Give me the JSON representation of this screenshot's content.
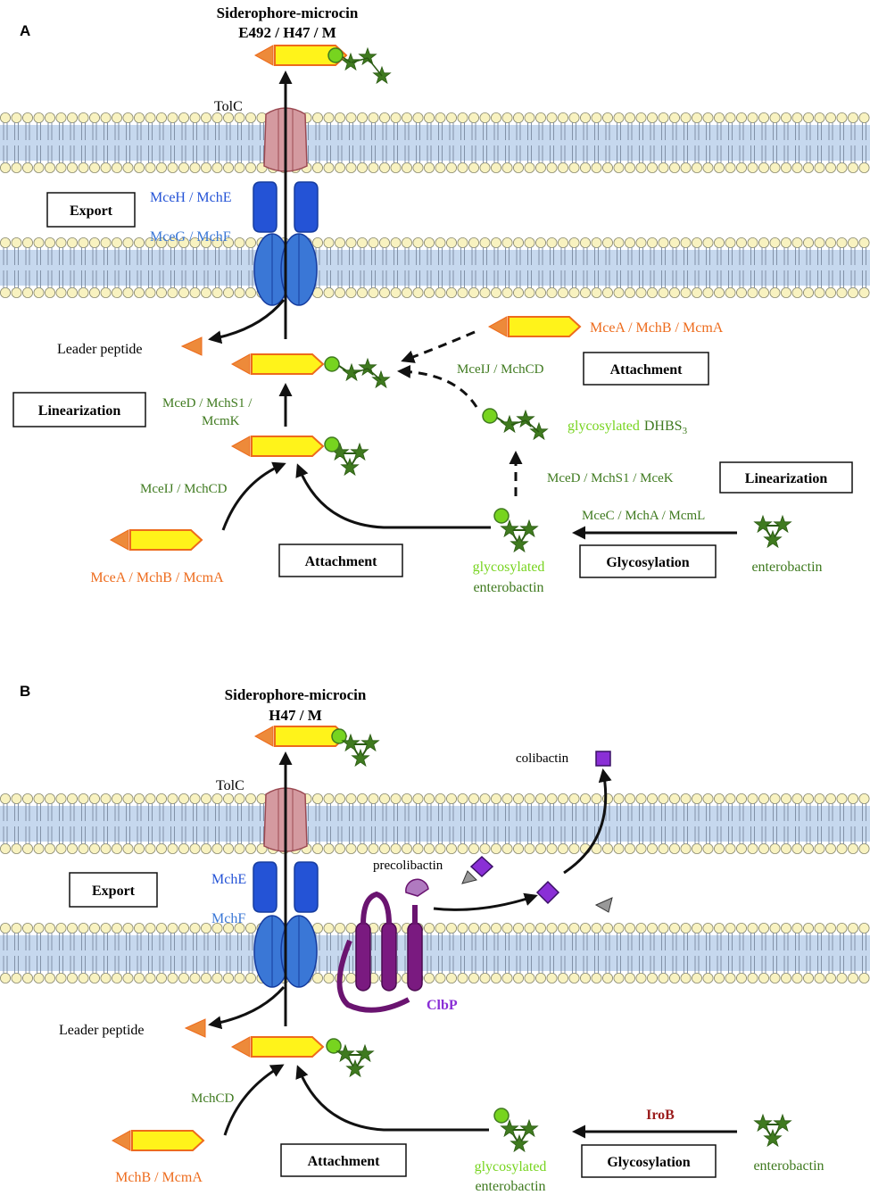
{
  "colors": {
    "dark_green": "#3f7a1f",
    "light_green": "#77d41f",
    "orange": "#ed6b1c",
    "blue": "#2453d6",
    "light_blue": "#3a77d6",
    "dark_red": "#9b1d1d",
    "purple": "#8a2fd6",
    "tolc_pink": "#d49aa0",
    "membrane_head": "#f8f2c0",
    "membrane_band": "#c6d8ee",
    "peptide_yellow": "#fff31a"
  },
  "panel_a": {
    "letter": "A",
    "title_line1": "Siderophore-microcin",
    "title_line2": "E492 / H47 / M",
    "tolc": "TolC",
    "mfp_label": "MceH / MchE",
    "abc_label": "MceG / MchF",
    "export_box": "Export",
    "leader_peptide": "Leader peptide",
    "linearization_box_left": "Linearization",
    "linearization_enzymes_left_1": "MceD / MchS1 /",
    "linearization_enzymes_left_2": "McmK",
    "attach_enzymes_left": "MceIJ / MchCD",
    "precursor_label_left": "MceA / MchB / McmA",
    "attachment_box_bottom": "Attachment",
    "precursor_label_right": "MceA / MchB / McmA",
    "attach_enzymes_right": "MceIJ / MchCD",
    "attachment_box_right": "Attachment",
    "glycosylated_prefix": "glycosylated",
    "dhbs_label": "DHBS",
    "dhbs_subscript": "3",
    "linearization_enzymes_right": "MceD / MchS1 / MceK",
    "linearization_box_right": "Linearization",
    "glycosylation_enzymes": "MceC / MchA / McmL",
    "glycosylation_box": "Glycosylation",
    "glyco_ent_line1": "glycosylated",
    "glyco_ent_line2": "enterobactin",
    "enterobactin": "enterobactin"
  },
  "panel_b": {
    "letter": "B",
    "title_line1": "Siderophore-microcin",
    "title_line2": "H47 / M",
    "tolc": "TolC",
    "mfp_label": "MchE",
    "abc_label": "MchF",
    "export_box": "Export",
    "colibactin": "colibactin",
    "precolibactin": "precolibactin",
    "clbp": "ClbP",
    "leader_peptide": "Leader peptide",
    "attach_enzymes": "MchCD",
    "precursor_label": "MchB / McmA",
    "attachment_box": "Attachment",
    "glycosylation_enzyme": "IroB",
    "glycosylation_box": "Glycosylation",
    "glyco_ent_line1": "glycosylated",
    "glyco_ent_line2": "enterobactin",
    "enterobactin": "enterobactin"
  }
}
